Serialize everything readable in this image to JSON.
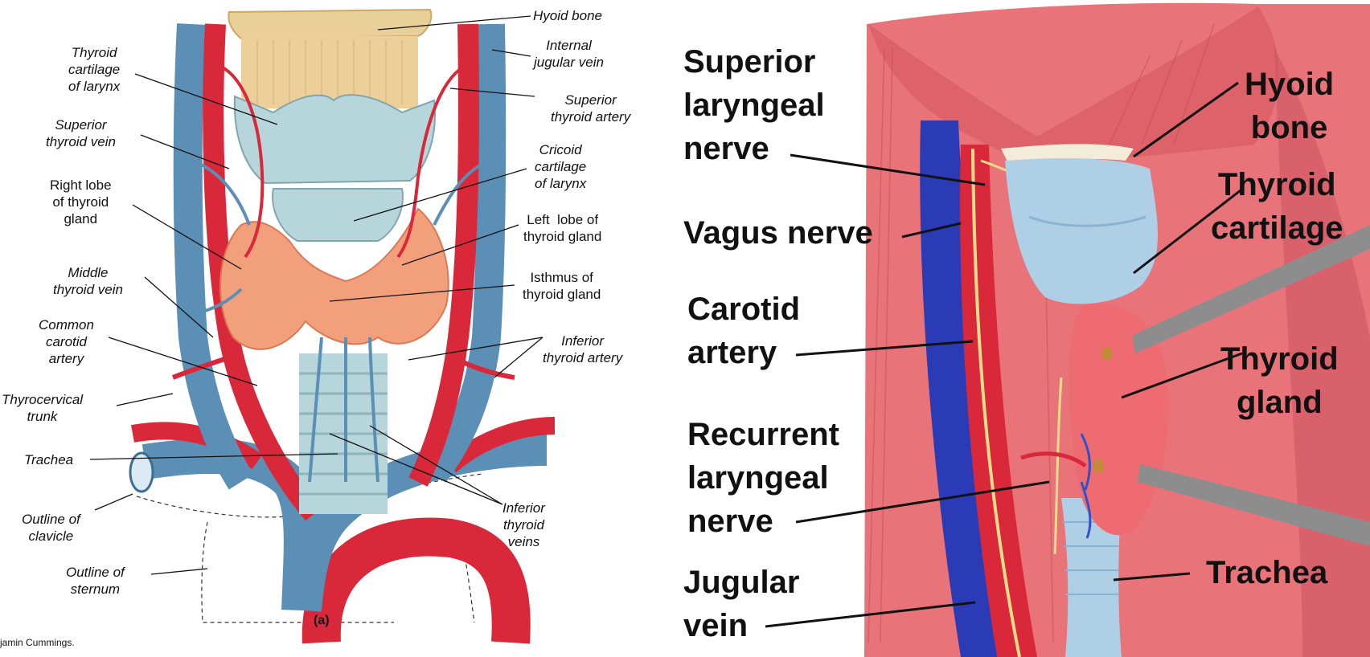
{
  "left_panel": {
    "caption": "(a)",
    "credit": "jamin Cummings.",
    "labels": {
      "hyoid_bone": "Hyoid bone",
      "internal_jugular_vein": "Internal\njugular vein",
      "thyroid_cartilage": "Thyroid\ncartilage\nof larynx",
      "superior_thyroid_artery": "Superior\nthyroid artery",
      "superior_thyroid_vein": "Superior\nthyroid vein",
      "cricoid_cartilage": "Cricoid\ncartilage\nof larynx",
      "right_lobe": "Right lobe\nof thyroid\ngland",
      "left_lobe": "Left  lobe of\nthyroid gland",
      "middle_thyroid_vein": "Middle\nthyroid vein",
      "isthmus": "Isthmus of\nthyroid gland",
      "common_carotid": "Common\ncarotid\nartery",
      "inferior_thyroid_artery": "Inferior\nthyroid artery",
      "thyrocervical_trunk": "Thyrocervical\ntrunk",
      "trachea": "Trachea",
      "outline_clavicle": "Outline of\nclavicle",
      "inferior_thyroid_veins": "Inferior\nthyroid\nveins",
      "outline_sternum": "Outline of\nsternum"
    }
  },
  "right_panel": {
    "labels": {
      "superior_laryngeal_nerve": "Superior\nlaryngeal\nnerve",
      "hyoid_bone": "Hyoid\nbone",
      "thyroid_cartilage": "Thyroid\ncartilage",
      "vagus_nerve": "Vagus nerve",
      "carotid_artery": "Carotid\nartery",
      "thyroid_gland": "Thyroid\ngland",
      "recurrent_laryngeal_nerve": "Recurrent\nlaryngeal\nnerve",
      "trachea": "Trachea",
      "jugular_vein": "Jugular\nvein"
    }
  },
  "colors": {
    "vein": "#5b8fb5",
    "artery": "#d9283a",
    "cartilage": "#b7d6dc",
    "hyoid": "#e9cf98",
    "thyroid": "#f2a07c",
    "muscle": "#e8747a",
    "nerve": "#f1dc8a",
    "deep_vein": "#2a3bb5"
  }
}
